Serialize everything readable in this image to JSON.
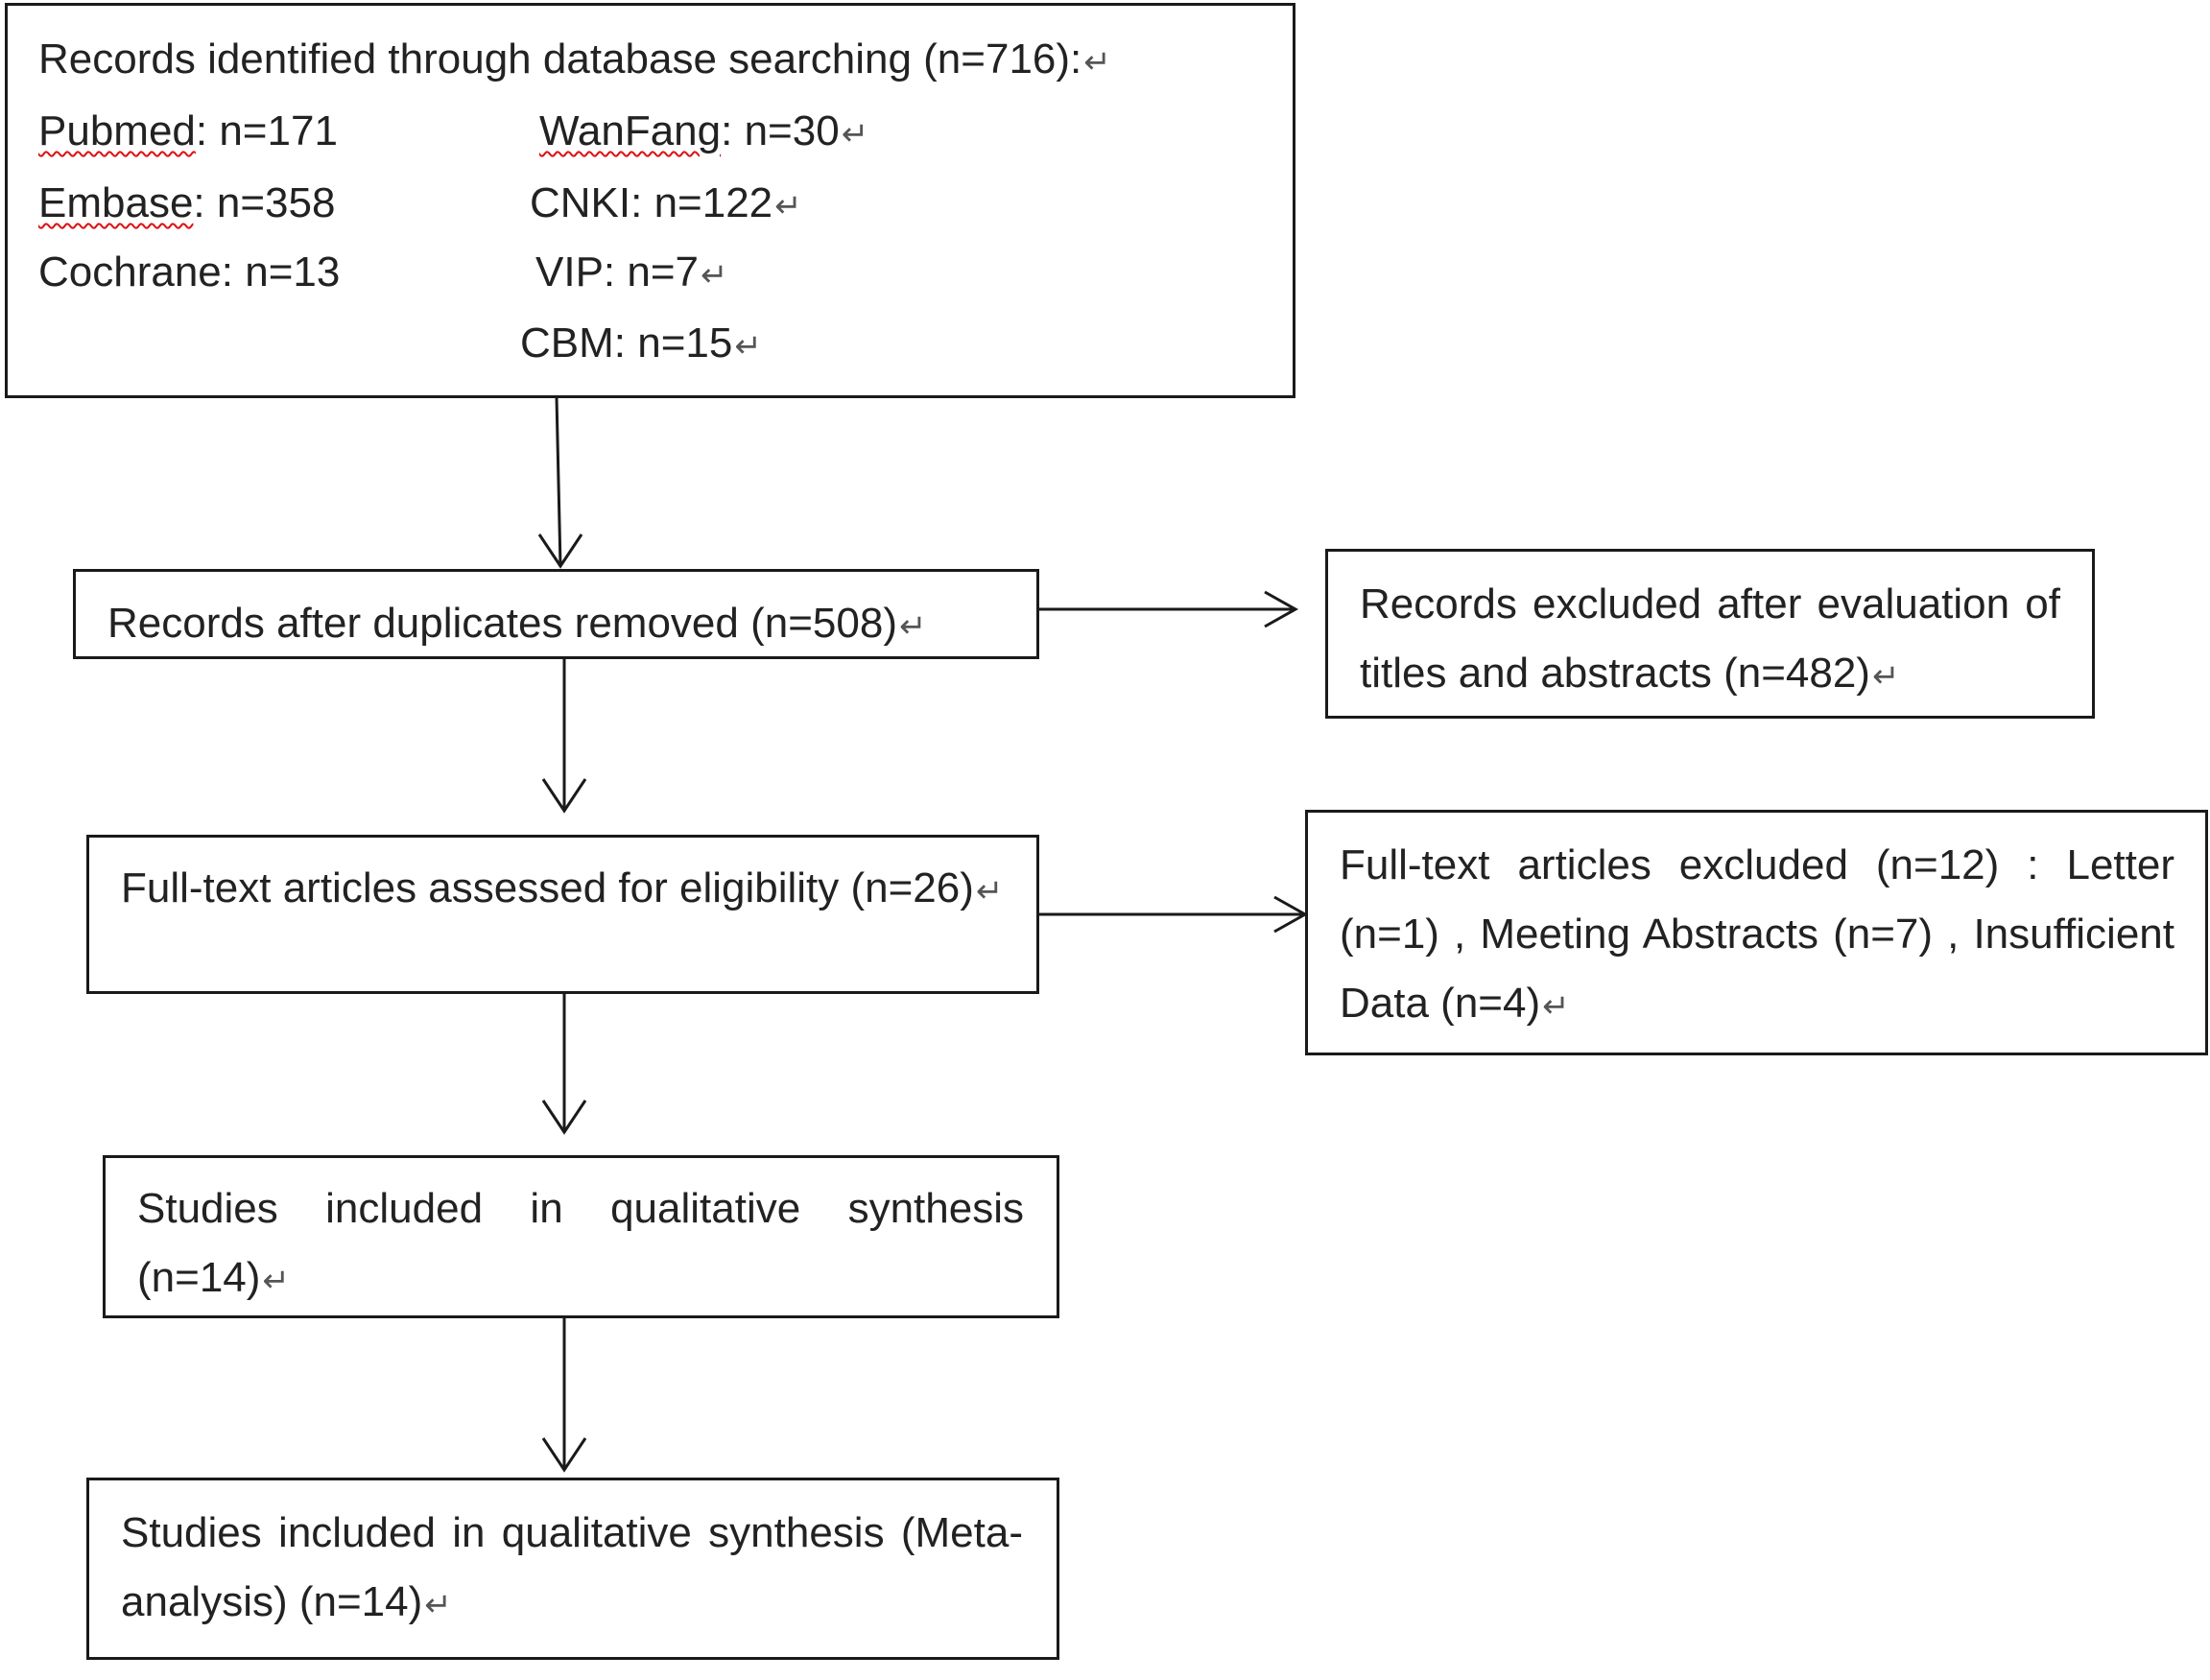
{
  "identification": {
    "title": "Records identified through database searching (n=716):",
    "databases": [
      {
        "name": "Pubmed",
        "count": ": n=171"
      },
      {
        "name": "Embase",
        "count": ": n=358"
      },
      {
        "name": "Cochrane",
        "count": ": n=13"
      },
      {
        "name": "WanFang",
        "count": ": n=30"
      },
      {
        "name": "CNKI",
        "count": ": n=122"
      },
      {
        "name": "VIP",
        "count": ": n=7"
      },
      {
        "name": "CBM",
        "count": ": n=15"
      }
    ]
  },
  "duplicates_removed": "Records after duplicates removed (n=508)",
  "excluded_titles_abstracts": "Records excluded after evaluation of titles and abstracts (n=482)",
  "fulltext_assessed": "Full-text articles assessed for eligibility (n=26)",
  "fulltext_excluded": "Full-text articles excluded (n=12) : Letter (n=1) , Meeting Abstracts (n=7) , Insufficient Data (n=4)",
  "qualitative": "Studies included in qualitative synthesis (n=14)",
  "meta_analysis": "Studies included in qualitative synthesis (Meta-analysis) (n=14)",
  "paragraph_mark": "↵"
}
